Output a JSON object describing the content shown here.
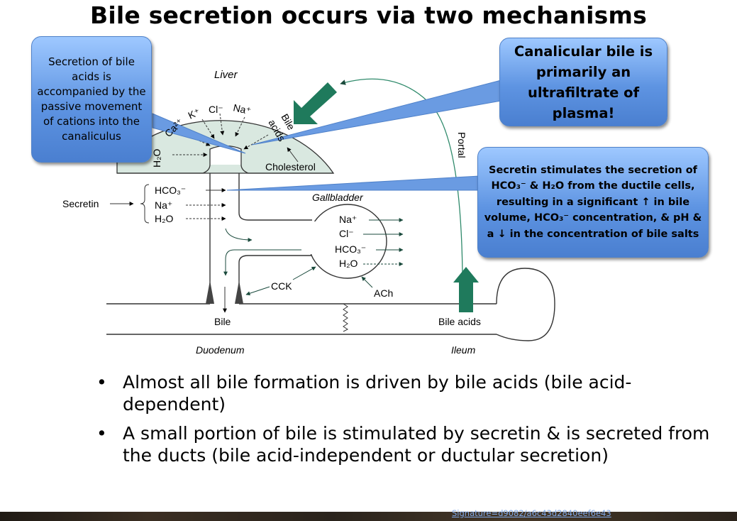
{
  "title": "Bile secretion occurs via two mechanisms",
  "callouts": {
    "passive": "Secretion of bile acids is accompanied by the passive movement of cations into the canaliculus",
    "ultrafiltrate": "Canalicular bile is primarily an ultrafiltrate of plasma!",
    "secretin": "Secretin stimulates the secretion of HCO₃⁻ & H₂O from the ductile cells, resulting in a significant ↑ in bile volume, HCO₃⁻ concentration, & pH & a ↓ in the concentration of bile salts"
  },
  "diagram": {
    "liver": "Liver",
    "ca": "Ca²⁺",
    "k": "K⁺",
    "cl": "Cl⁻",
    "na": "Na⁺",
    "h2o": "H₂O",
    "bile_acids_1": "Bile",
    "bile_acids_2": "acids",
    "cholesterol": "Cholesterol",
    "portal": "Portal",
    "secretin": "Secretin",
    "duct_hco3": "HCO₃⁻",
    "duct_na": "Na⁺",
    "duct_h2o": "H₂O",
    "gallbladder": "Gallbladder",
    "gb_na": "Na⁺",
    "gb_cl": "Cl⁻",
    "gb_hco3": "HCO₃⁻",
    "gb_h2o": "H₂O",
    "cck": "CCK",
    "ach": "ACh",
    "bile": "Bile",
    "bile_acids_lower": "Bile acids",
    "duodenum": "Duodenum",
    "ileum": "Ileum"
  },
  "bullets": [
    "Almost all bile formation is driven by bile acids (bile acid-dependent)",
    "A small portion of bile is stimulated by secretin & is secreted from the ducts (bile acid-independent or ductular secretion)"
  ],
  "footer": {
    "signature": "Signature=d9082/a6c43d2840eef6e43"
  },
  "colors": {
    "callout_blue": "#5e94e2",
    "liver_fill": "#d9e8e0",
    "arrow_green": "#1f7a5c"
  }
}
